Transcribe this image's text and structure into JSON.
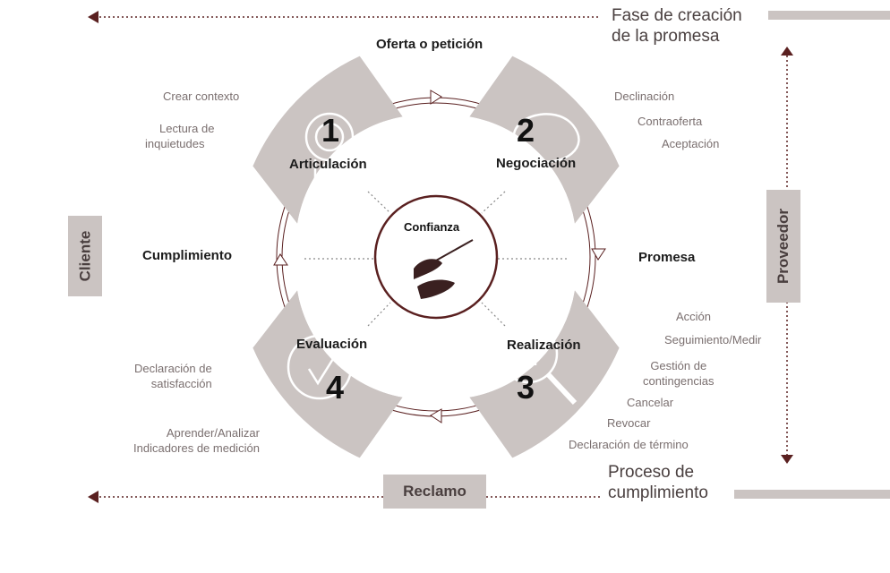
{
  "top_phase": {
    "line1": "Fase de creación",
    "line2": "de la promesa"
  },
  "bottom_phase": {
    "line1": "Proceso de",
    "line2": "cumplimiento"
  },
  "left_box": "Cliente",
  "right_box": "Proveedor",
  "bottom_box": "Reclamo",
  "stages": {
    "top": "Oferta o petición",
    "right": "Promesa",
    "left": "Cumplimiento"
  },
  "center": {
    "label": "Confianza",
    "icon": "conductor-hands-icon"
  },
  "segments": [
    {
      "number": "1",
      "name": "Articulación",
      "icon": "lightbulb-gear-icon"
    },
    {
      "number": "2",
      "name": "Negociación",
      "icon": "speech-bubbles-icon"
    },
    {
      "number": "3",
      "name": "Realización",
      "icon": "magnifier-chart-icon"
    },
    {
      "number": "4",
      "name": "Evaluación",
      "icon": "checkmark-circle-icon"
    }
  ],
  "notes": {
    "articulacion": [
      "Crear contexto",
      "Lectura de",
      "inquietudes"
    ],
    "negociacion": [
      "Declinación",
      "Contraoferta",
      "Aceptación"
    ],
    "realizacion": [
      "Acción",
      "Seguimiento/Medir",
      "Gestión de",
      "contingencias",
      "Cancelar",
      "Revocar",
      "Declaración de término"
    ],
    "evaluacion": [
      "Declaración de",
      "satisfacción",
      "Aprender/Analizar",
      "Indicadores de medición"
    ]
  },
  "colors": {
    "segment": "#cbc4c2",
    "line": "#6b2a2a",
    "text": "#3a2f2f"
  }
}
